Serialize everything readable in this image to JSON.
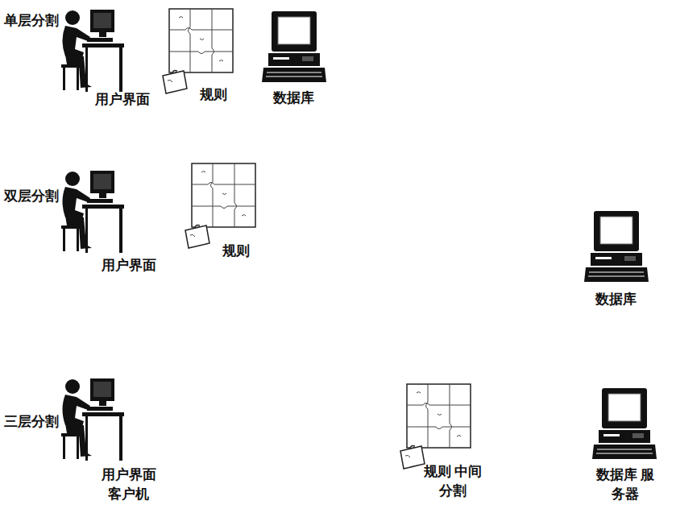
{
  "diagram": {
    "labels": [
      "单层分割",
      "用户界面",
      "规则",
      "数据库",
      "双层分割",
      "用户界面",
      "规则",
      "数据库",
      "三层分割",
      "用户界面 客户机",
      "规则 中间分割",
      "数据库 服务器"
    ]
  }
}
